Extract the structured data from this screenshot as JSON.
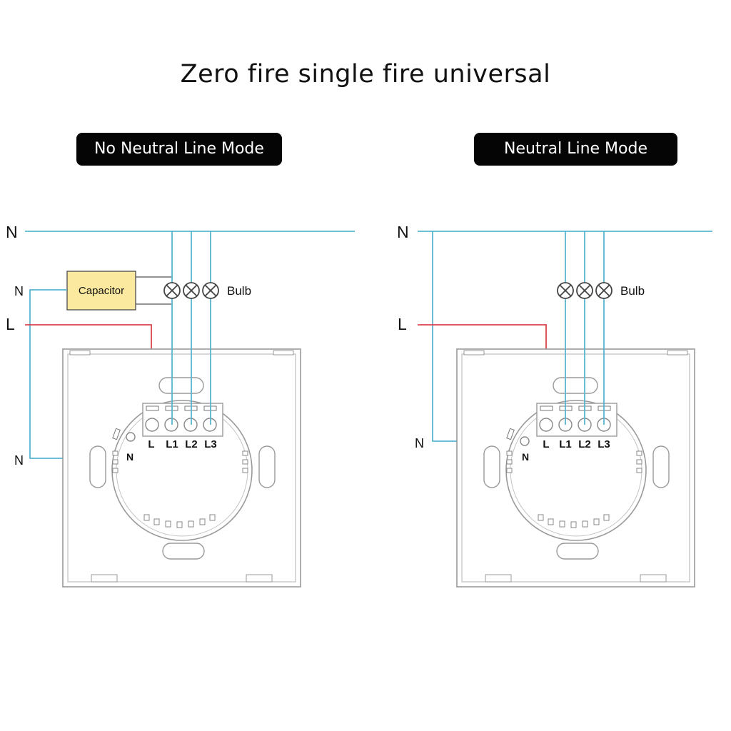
{
  "title": "Zero fire single fire universal",
  "modes": {
    "left": "No Neutral Line Mode",
    "right": "Neutral Line Mode"
  },
  "labels": {
    "n": "N",
    "l": "L",
    "capacitor": "Capacitor",
    "bulb": "Bulb",
    "terminal_l": "L",
    "terminal_l1": "L1",
    "terminal_l2": "L2",
    "terminal_l3": "L3",
    "terminal_n": "N"
  },
  "colors": {
    "neutral_wire": "#5ab4d0",
    "live_wire": "#d9464b",
    "capacitor_fill": "#fbe9a0",
    "outline": "#8a8a8a"
  }
}
